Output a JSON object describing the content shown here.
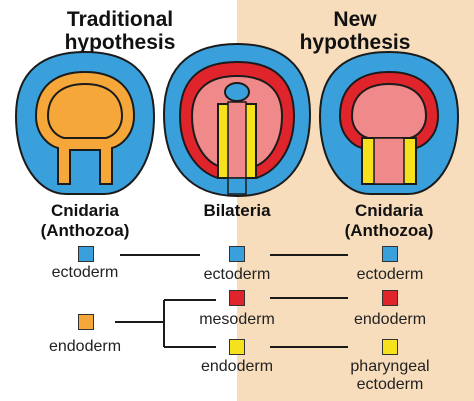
{
  "headings": {
    "traditional": [
      "Traditional",
      "hypothesis"
    ],
    "new": [
      "New",
      "hypothesis"
    ]
  },
  "taxa": {
    "left": [
      "Cnidaria",
      "(Anthozoa)"
    ],
    "middle": "Bilateria",
    "right": [
      "Cnidaria",
      "(Anthozoa)"
    ]
  },
  "layers": {
    "left": {
      "ectoderm": {
        "label": "ectoderm",
        "color": "#3aa0dc"
      },
      "endoderm": {
        "label": "endoderm",
        "color": "#f6a73a"
      }
    },
    "middle": {
      "ectoderm": {
        "label": "ectoderm",
        "color": "#3aa0dc"
      },
      "mesoderm": {
        "label": "mesoderm",
        "color": "#e0242c"
      },
      "endoderm": {
        "label": "endoderm",
        "color": "#f6e21c"
      }
    },
    "right": {
      "ectoderm": {
        "label": "ectoderm",
        "color": "#3aa0dc"
      },
      "endoderm": {
        "label": "endoderm",
        "color": "#e0242c"
      },
      "pharyngeal": {
        "label": [
          "pharyngeal",
          "ectoderm"
        ],
        "color": "#f6e21c"
      }
    }
  },
  "colors": {
    "ectoderm_blue": "#3aa0dc",
    "endoderm_orange": "#f6a73a",
    "mesoderm_red": "#e0242c",
    "endoderm_yellow": "#f6e21c",
    "gut_pink": "#f08a8a",
    "new_hypothesis_bg": "#f8ddbd"
  }
}
